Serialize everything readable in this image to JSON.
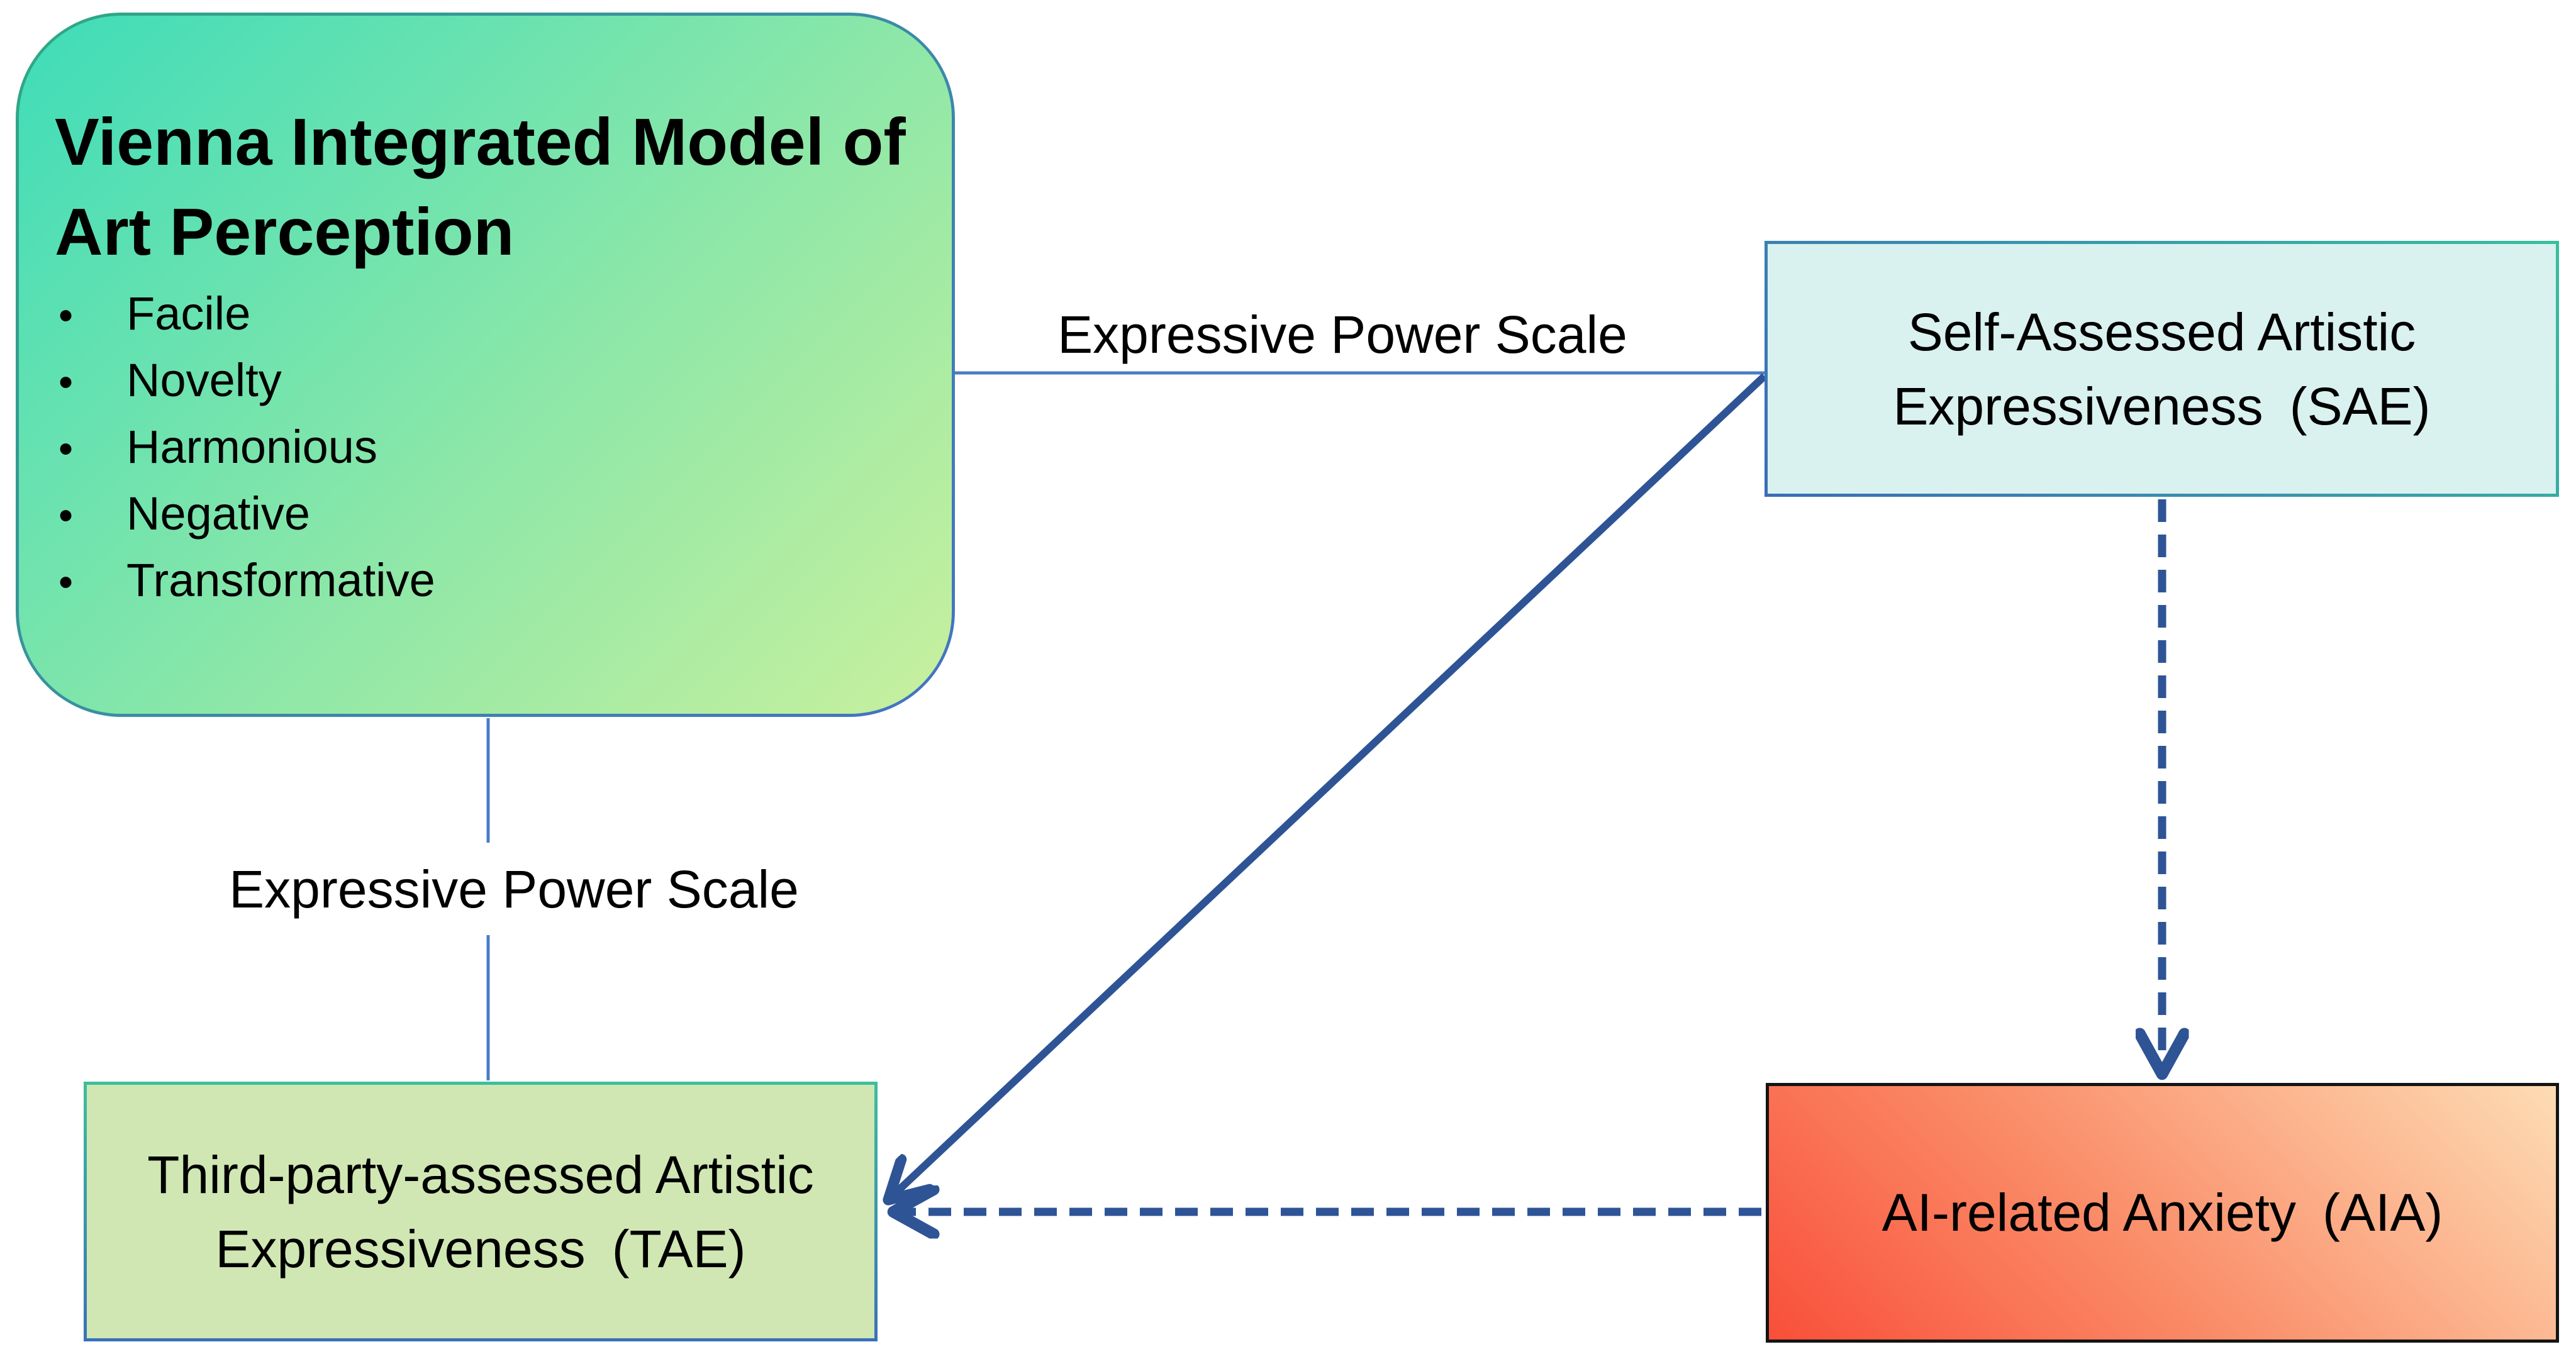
{
  "colors": {
    "line-blue": "#4a7cc7",
    "arrow-blue": "#2e5496",
    "vienna-a": "#3edcb9",
    "vienna-mid": "#8ce7a8",
    "vienna-b": "#c9f09e",
    "vienna-border-a": "#2fa982",
    "vienna-border-b": "#4472c4",
    "sae-fill": "#d9f1ef",
    "sae-border-a": "#3a6cb8",
    "sae-border-b": "#38bf9e",
    "tae-fill": "#d0e7b3",
    "tae-border-a": "#3cbf9d",
    "tae-border-b": "#3a70b8",
    "aia-a": "#f94f39",
    "aia-mid": "#fa8e6a",
    "aia-b": "#fddcb4",
    "aia-border": "#141414",
    "text-black": "#000000"
  },
  "vienna": {
    "title": "Vienna Integrated Model of Art Perception",
    "bullet_char": "•",
    "bullets": [
      "Facile",
      "Novelty",
      "Harmonious",
      "Negative",
      "Transformative"
    ]
  },
  "sae": {
    "line1": "Self-Assessed Artistic",
    "line2": "Expressiveness (SAE)"
  },
  "tae": {
    "line1": "Third-party-assessed Artistic",
    "line2": "Expressiveness (TAE)"
  },
  "aia": {
    "label": "AI-related Anxiety (AIA)"
  },
  "connectors": {
    "top_label": "Expressive Power Scale",
    "left_label": "Expressive Power Scale"
  }
}
